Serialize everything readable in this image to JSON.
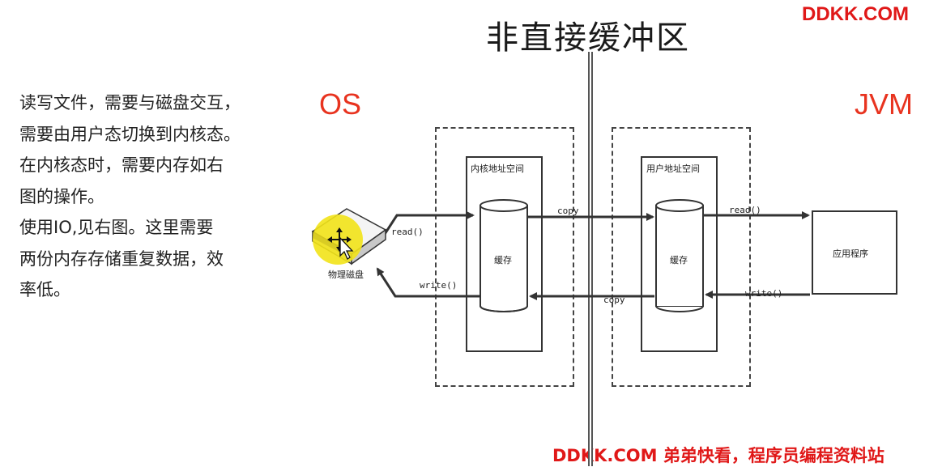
{
  "title": "非直接缓冲区",
  "brand_top": "DDKK.COM",
  "brand_bottom": "DDKK.COM 弟弟快看，程序员编程资料站",
  "description_lines": [
    "读写文件，需要与磁盘交互，",
    "需要由用户态切换到内核态。",
    "在内核态时，需要内存如右",
    "图的操作。",
    "使用IO,见右图。这里需要",
    "两份内存存储重复数据，效",
    "率低。"
  ],
  "labels": {
    "os": "OS",
    "jvm": "JVM"
  },
  "diagram": {
    "kernel_space_title": "内核地址空间",
    "user_space_title": "用户地址空间",
    "kernel_buffer": "缓存",
    "user_buffer": "缓存",
    "disk": "物理磁盘",
    "app": "应用程序",
    "read_disk": "read()",
    "write_disk": "write()",
    "copy_top": "copy",
    "copy_bottom": "copy",
    "read_app": "read()",
    "write_app": "write()"
  },
  "colors": {
    "accent_red": "#e01818",
    "os_jvm_red": "#e8331f",
    "cursor_highlight": "#f2e318"
  },
  "icons": {
    "cursor": "move-cursor-icon"
  }
}
